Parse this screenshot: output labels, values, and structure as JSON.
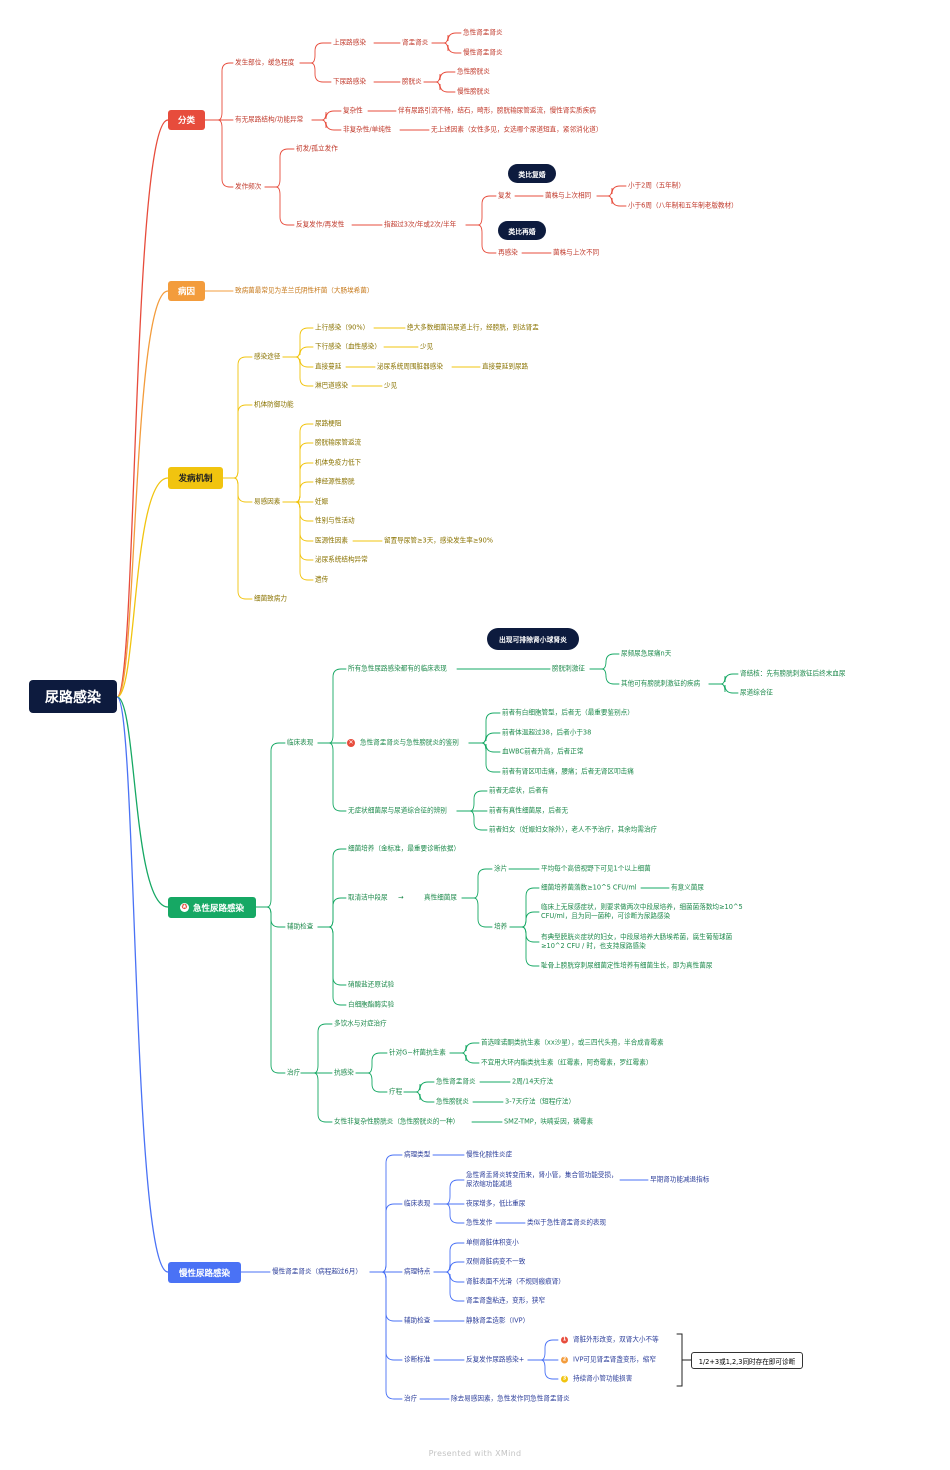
{
  "colors": {
    "red": "#e74c3c",
    "orange": "#f39c3c",
    "yellow": "#f1c40f",
    "green": "#16a864",
    "blue": "#4a72f5",
    "navy": "#0d1b3e"
  },
  "root": "尿路感染",
  "branches": {
    "classification": "分类",
    "etiology": "病因",
    "pathogenesis": "发病机制",
    "acute": "急性尿路感染",
    "chronic": "慢性尿路感染"
  },
  "cls": {
    "site": "发生部位，缓急程度",
    "upper": "上尿路感染",
    "pyelo": "肾盂肾炎",
    "acute_pyelo": "急性肾盂肾炎",
    "chronic_pyelo": "慢性肾盂肾炎",
    "lower": "下尿路感染",
    "cystitis": "膀胱炎",
    "acute_cyst": "急性膀胱炎",
    "chronic_cyst": "慢性膀胱炎",
    "structure": "有无尿路结构/功能异常",
    "complicated": "复杂性",
    "complicated_desc": "伴有尿路引流不畅，结石，畸形，膀胱输尿管返流，慢性肾实质疾病",
    "uncomplicated": "非复杂性/单纯性",
    "uncomplicated_desc": "无上述因素（女性多见，女选哪个尿道短直，紧邻消化道）",
    "freq": "发作频次",
    "first": "初发/孤立发作",
    "recurrent": "反复发作/再发性",
    "recurrent_def": "指超过3次/年或2次/半年",
    "relapse": "复发",
    "relapse_call": "类比复婚",
    "same": "菌株与上次相同",
    "lt2w": "小于2周（五年制）",
    "lt6w": "小于6周（八年制和五年制老版教材）",
    "reinfect": "再感染",
    "reinfect_call": "类比再婚",
    "diff": "菌株与上次不同"
  },
  "etio": {
    "main": "致病菌最常见为革兰氏阴性杆菌（大肠埃希菌）"
  },
  "patho": {
    "route": "感染途径",
    "ascend": "上行感染（90%）",
    "ascend_desc": "绝大多数细菌沿尿道上行，经膀胱，到达肾盂",
    "blood": "下行感染（血性感染）",
    "blood_desc": "少见",
    "direct": "直接蔓延",
    "direct_a": "泌尿系统周围脏器感染",
    "direct_b": "直接蔓延到尿路",
    "lymph": "淋巴道感染",
    "lymph_desc": "少见",
    "defense": "机体防御功能",
    "factors": "易感因素",
    "f1": "尿路梗阻",
    "f2": "膀胱输尿管返流",
    "f3": "机体免疫力低下",
    "f4": "神经源性膀胱",
    "f5": "妊娠",
    "f6": "性别与性活动",
    "f7": "医源性因素",
    "f7_desc": "留置导尿管≥3天，感染发生率≥90%",
    "f8": "泌尿系统结构异常",
    "f9": "遗传",
    "virulence": "细菌致病力"
  },
  "acute": {
    "clinical": "临床表现",
    "all": "所有急性尿路感染都有的临床表现",
    "irrit": "膀胱刺激征",
    "irrit_call": "出现可排除肾小球肾炎",
    "irrit_a": "尿频尿急尿痛n天",
    "irrit_b": "其他可有膀胱刺激征的疾病",
    "tb": "肾结核：先有膀胱刺激征后终末血尿",
    "urethral": "尿道综合征",
    "ddx": "急性肾盂肾炎与急性膀胱炎的鉴别",
    "ddx1": "前者有白细胞管型，后者无（最重要鉴别点）",
    "ddx2": "前者体温超过38，后者小于38",
    "ddx3": "血WBC前者升高，后者正常",
    "ddx4": "前者有肾区叩击痛，腰痛；后者无肾区叩击痛",
    "asym": "无症状细菌尿与尿道综合征的辨别",
    "asym1": "前者无症状，后者有",
    "asym2": "前者有真性细菌尿，后者无",
    "asym3": "前者妇女（妊娠妇女除外），老人不予治疗，其余均需治疗",
    "aux": "辅助检查",
    "culture_gold": "细菌培养（金标准，最重要诊断依据）",
    "midstream": "取清洁中段尿",
    "arrow": "→",
    "true_bact": "真性细菌尿",
    "smear": "涂片",
    "smear_desc": "平均每个高倍视野下可见1个以上细菌",
    "cult": "培养",
    "c1": "细菌培养菌落数≥10^5 CFU/ml",
    "c1b": "有意义菌尿",
    "c2": "临床上无尿感症状，则要求做两次中段尿培养，细菌菌落数均≥10^5 CFU/ml，且为同一菌种，可诊断为尿路感染",
    "c3": "有典型膀胱炎症状的妇女，中段尿培养大肠埃希菌，腐生葡萄球菌≥10^2 CFU / 时，也支持尿路感染",
    "c4": "耻骨上膀胱穿刺尿细菌定性培养有细菌生长，即为真性菌尿",
    "nitrite": "硝酸盐还原试验",
    "esterase": "白细胞酯酶实验",
    "treat": "治疗",
    "water": "多饮水与对症治疗",
    "antibio": "抗感染",
    "gneg": "针对G−杆菌抗生素",
    "gneg1": "首选喹诺酮类抗生素（xx沙星），或三四代头孢，半合成青霉素",
    "gneg2": "不宜用大环内酯类抗生素（红霉素，阿奇霉素，罗红霉素）",
    "course": "疗程",
    "course_pyelo": "急性肾盂肾炎",
    "course_pyelo_d": "2周/14天疗法",
    "course_cyst": "急性膀胱炎",
    "course_cyst_d": "3-7天疗法（短程疗法）",
    "women": "女性非复杂性膀胱炎（急性膀胱炎的一种）",
    "women_d": "SMZ-TMP，呋喃妥因，磷霉素"
  },
  "chronic": {
    "main": "慢性肾盂肾炎（病程超过6月）",
    "path": "病理类型",
    "path_d": "慢性化脓性炎症",
    "clin": "临床表现",
    "clin1": "急性肾盂肾炎转变而来，肾小管，集合管功能受损，尿浓缩功能减退",
    "clin1b": "早期肾功能减退指标",
    "clin2": "夜尿增多，低比重尿",
    "clin3": "急性发作",
    "clin3b": "类似于急性肾盂肾炎的表现",
    "feat": "病理特点",
    "feat1": "单侧肾脏体积变小",
    "feat2": "双侧肾脏病变不一致",
    "feat3": "肾脏表面不光滑（不规则瘢痕肾）",
    "feat4": "肾盂肾盏粘连，变形，狭窄",
    "aux": "辅助检查",
    "aux_d": "静脉肾盂造影（IVP）",
    "dx": "诊断标准",
    "dx_a": "反复发作尿路感染+",
    "dx1": "肾脏外形改变，双肾大小不等",
    "dx2": "IVP可见肾盂肾盏变形，缩窄",
    "dx3": "持续肾小管功能损害",
    "dx_box": "1/2+3或1,2,3同时存在即可诊断",
    "tx": "治疗",
    "tx_d": "除去易感因素，急性发作同急性肾盂肾炎"
  },
  "footer": "Presented with XMind"
}
